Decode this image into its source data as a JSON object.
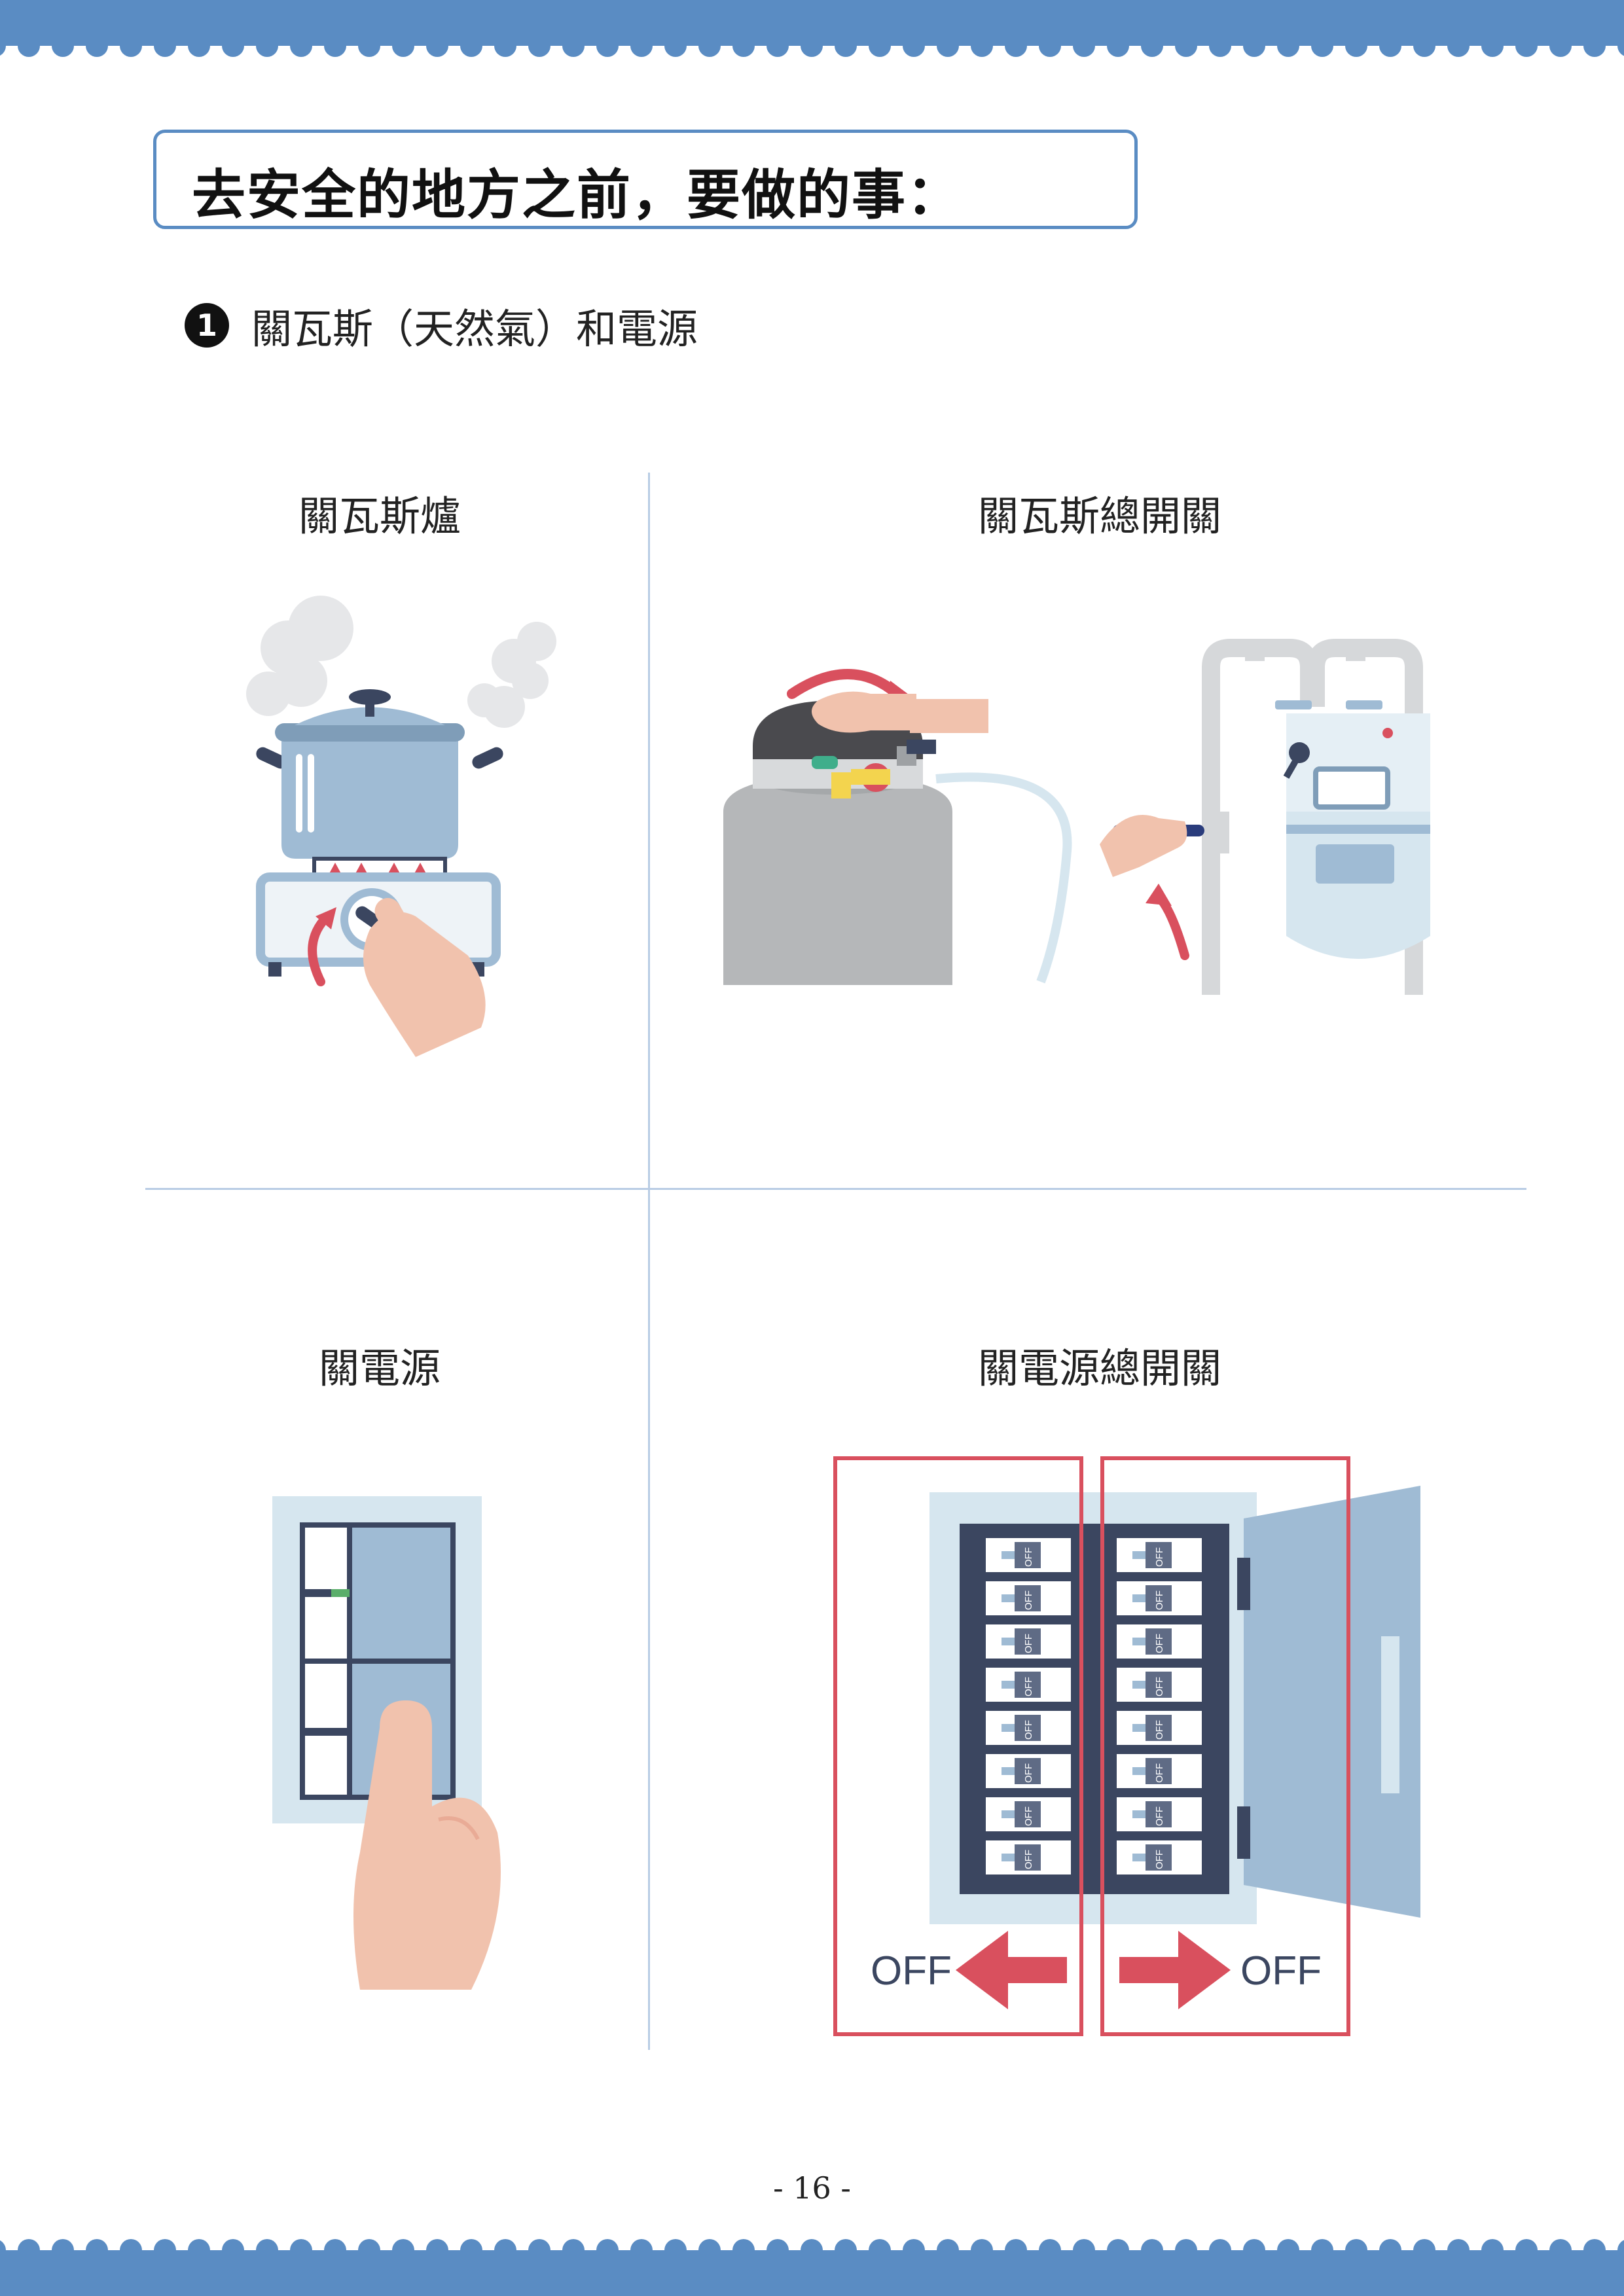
{
  "page": {
    "title": "去安全的地方之前，要做的事：",
    "step_number": "1",
    "step_text": "關瓦斯（天然氣）和電源",
    "page_number": "- 16 -"
  },
  "panels": [
    {
      "caption": "關瓦斯爐"
    },
    {
      "caption": "關瓦斯總開關"
    },
    {
      "caption": "關電源"
    },
    {
      "caption": "關電源總開關"
    }
  ],
  "breaker": {
    "switch_label": "OFF",
    "left_arrow_label": "OFF",
    "right_arrow_label": "OFF"
  },
  "colors": {
    "band_blue": "#5a8cc3",
    "divider": "#b8cce4",
    "accent_red": "#d9505e",
    "panel_navy": "#3b4660",
    "light_blue": "#9fbbd4",
    "pale_blue": "#d6e6ef",
    "skin": "#f1c2ad"
  }
}
